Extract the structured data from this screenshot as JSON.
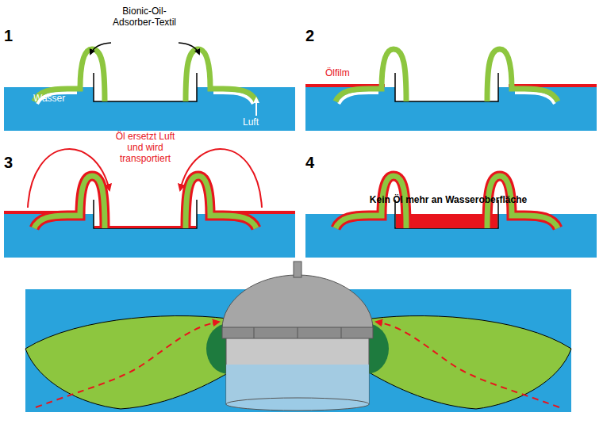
{
  "diagram": {
    "labels": [
      "1",
      "Bionic-Oil-Adsorber-Textil",
      "Wasser",
      "Luft",
      "2",
      "Ölfilm",
      "3",
      "Öl ersetzt Luft und wird transportiert",
      "4",
      "Kein Öl mehr an Wasseroberfläche"
    ]
  }
}
